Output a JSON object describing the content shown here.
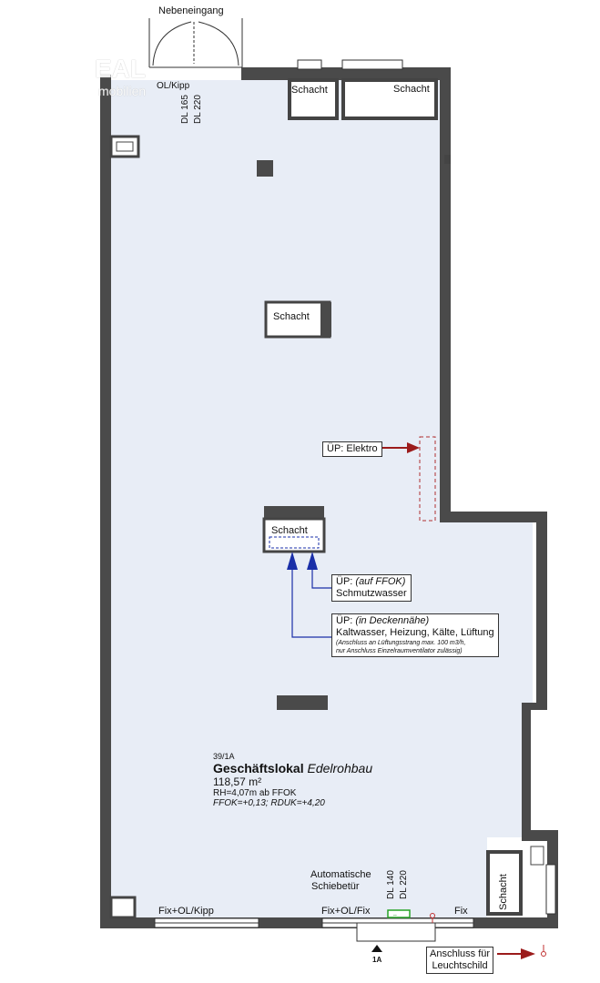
{
  "labels": {
    "side_entrance": "Nebeneingang",
    "ol_kipp": "OL/Kipp",
    "dl165": "DL 165",
    "dl220_top": "DL 220",
    "shaft": "Schacht",
    "up_elektro": "ÜP: Elektro",
    "up_ffok_prefix": "ÜP:",
    "up_ffok_note": "(auf FFOK)",
    "waste_water": "Schmutzwasser",
    "up_ceiling_prefix": "ÜP:",
    "up_ceiling_note": "(in Deckennähe)",
    "services": "Kaltwasser, Heizung, Kälte, Lüftung",
    "services_note1": "(Anschluss an Lüftungsstrang max. 100 m3/h,",
    "services_note2": "nur Anschluss Einzelraumventilator zulässig)",
    "auto_door1": "Automatische",
    "auto_door2": "Schiebetür",
    "dl140": "DL 140",
    "dl220_bottom": "DL 220",
    "fix_ol_kipp": "Fix+OL/Kipp",
    "fix_ol_fix": "Fix+OL/Fix",
    "fix": "Fix",
    "section_marker": "1A",
    "sign_connection1": "Anschluss für",
    "sign_connection2": "Leuchtschild"
  },
  "unit": {
    "code": "39/1A",
    "name": "Geschäftslokal",
    "state": "Edelrohbau",
    "area": "118,57 m²",
    "room_height": "RH=4,07m ab FFOK",
    "levels": "FFOK=+0,13; RDUK=+4,20"
  },
  "watermark": {
    "line1": "EAL",
    "line2": "mobilien"
  },
  "colors": {
    "floor": "#e8edf6",
    "wall": "#4a4a4a",
    "arrow_red": "#9b1b1b",
    "arrow_blue": "#1a2fa8",
    "green_mark": "#27a327"
  }
}
